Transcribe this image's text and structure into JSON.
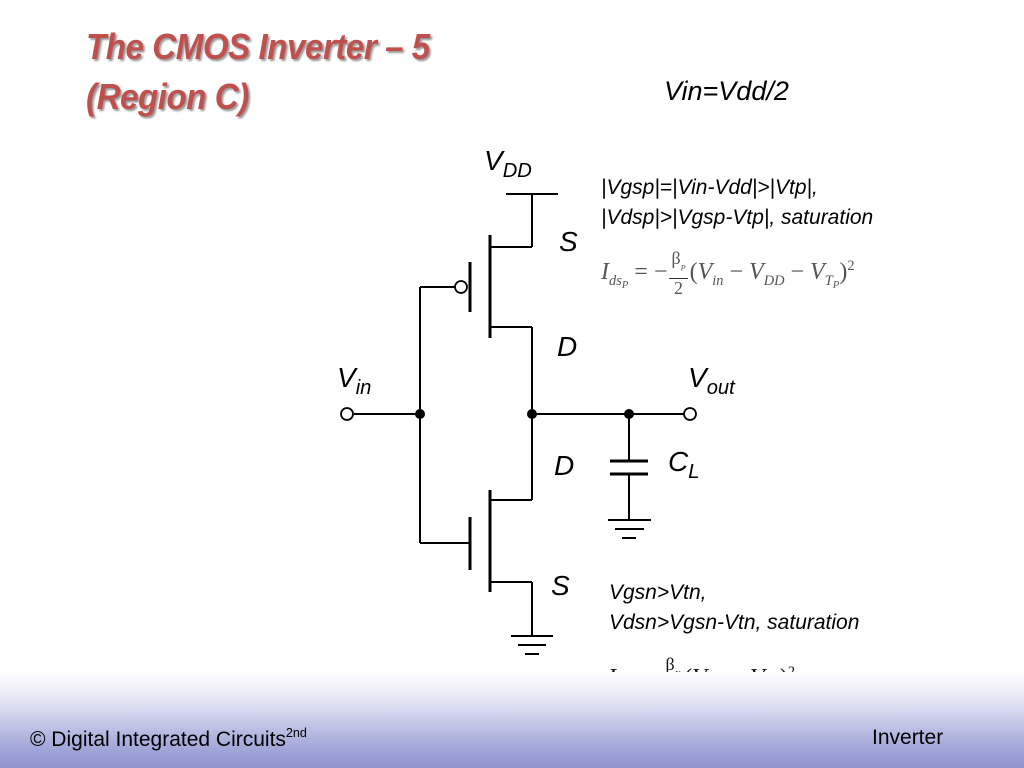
{
  "slide": {
    "title_line1": "The CMOS Inverter – 5",
    "title_line2": "(Region C)",
    "condition": "Vin=Vdd/2"
  },
  "circuit": {
    "vdd_main": "V",
    "vdd_sub": "DD",
    "vin_main": "V",
    "vin_sub": "in",
    "vout_main": "V",
    "vout_sub": "out",
    "cl_main": "C",
    "cl_sub": "L",
    "pmos_source": "S",
    "pmos_drain": "D",
    "nmos_drain": "D",
    "nmos_source": "S"
  },
  "pmos_note": {
    "line1": "|Vgsp|=|Vin-Vdd|>|Vtp|,",
    "line2": "|Vdsp|>|Vgsp-Vtp|, saturation"
  },
  "nmos_note": {
    "line1": "Vgsn>Vtn,",
    "line2": "Vdsn>Vgsn-Vtn, saturation"
  },
  "footer": {
    "left_text": "© Digital Integrated Circuits",
    "left_sup": "2nd",
    "right_text": "Inverter"
  },
  "colors": {
    "title": "#c0504d",
    "footer_band": "#8e93cf"
  }
}
